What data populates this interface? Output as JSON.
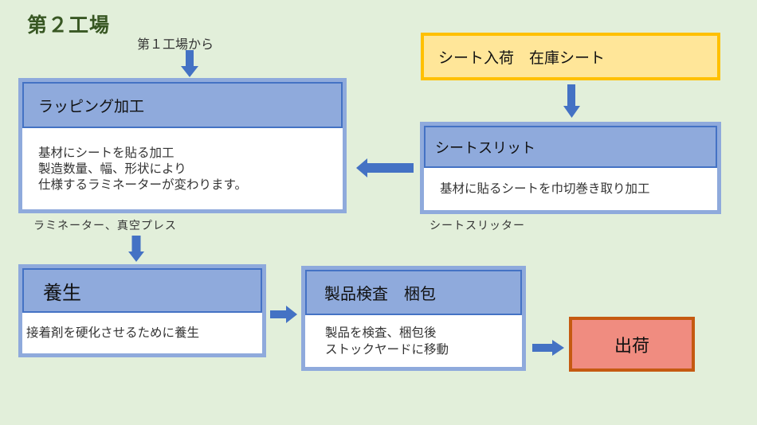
{
  "title": "第２工場",
  "from_factory1": "第１工場から",
  "sheet_arrival": {
    "title": "シート入荷　在庫シート"
  },
  "wrapping": {
    "header": "ラッピング加工",
    "body": "基材にシートを貼る加工\n製造数量、幅、形状により\n仕様するラミネーターが変わります。",
    "equipment": "ラミネーター、真空プレス"
  },
  "sheet_slit": {
    "header": "シートスリット",
    "body": "基材に貼るシートを巾切巻き取り加工",
    "equipment": "シートスリッター"
  },
  "curing": {
    "header": "養生",
    "body": "接着剤を硬化させるために養生"
  },
  "inspection": {
    "header": "製品検査　梱包",
    "body": "製品を検査、梱包後\nストックヤードに移動"
  },
  "shipping": {
    "label": "出荷"
  },
  "colors": {
    "background": "#e2efda",
    "title": "#385723",
    "process_fill": "#8faadc",
    "process_border": "#4472c4",
    "arrow": "#4472c4",
    "arrival_fill": "#ffe699",
    "arrival_border": "#ffc000",
    "shipping_fill": "#f08c80",
    "shipping_border": "#c55a11"
  }
}
